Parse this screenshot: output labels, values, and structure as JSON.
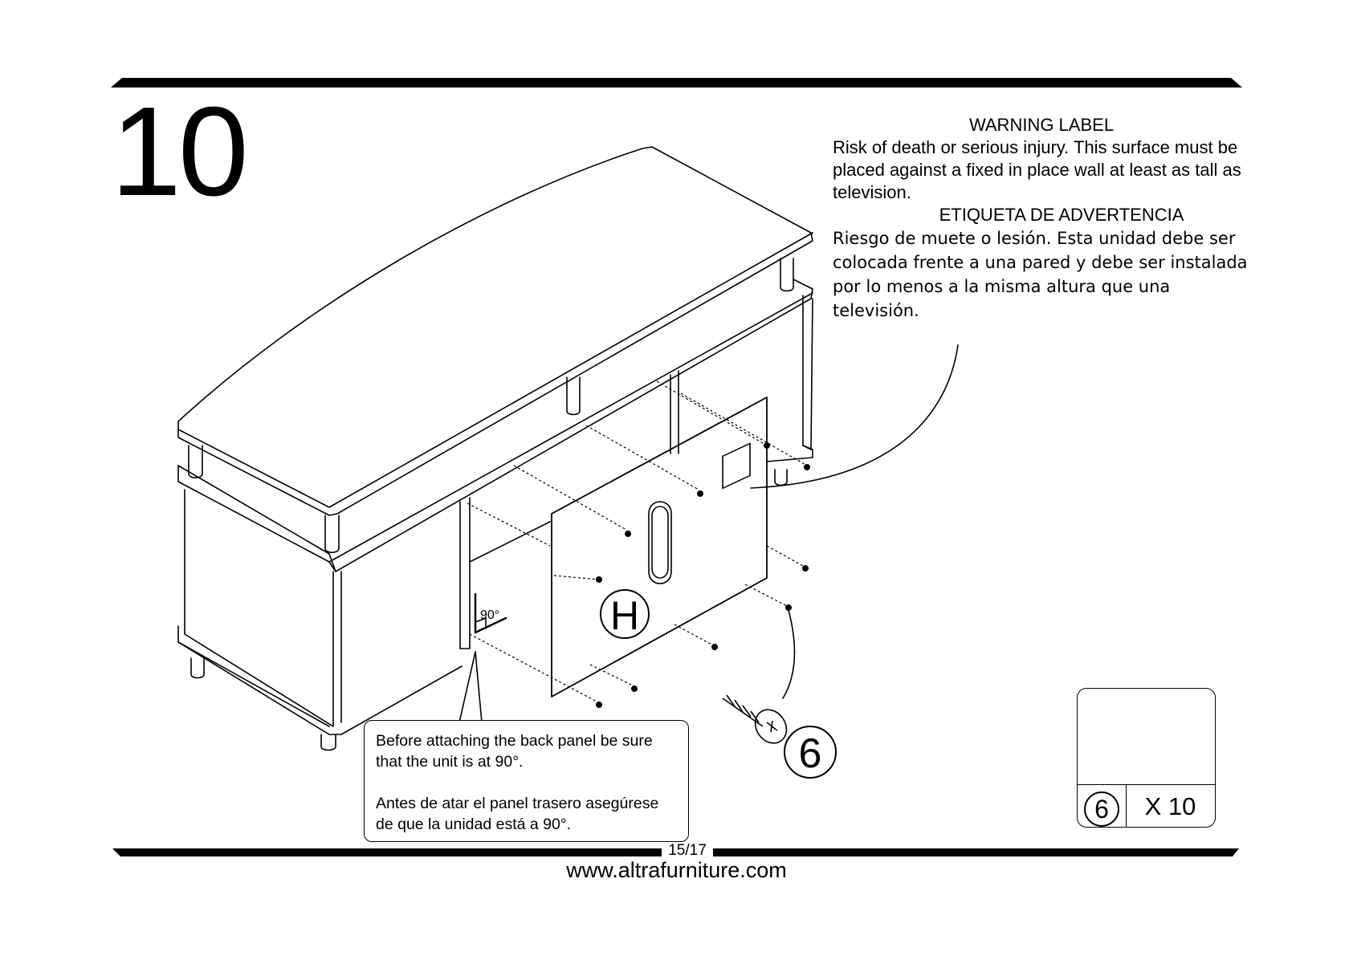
{
  "step": {
    "number": "10"
  },
  "warning": {
    "title_en": "WARNING LABEL",
    "text_en": "Risk of death or serious injury. This surface must be placed against  a fixed in place wall at least as tall as television.",
    "title_es": "ETIQUETA DE ADVERTENCIA",
    "text_es": "Riesgo de muete o lesión. Esta unidad debe ser colocada frente a una pared y debe ser instalada por lo menos a la misma altura que una televisión."
  },
  "note": {
    "text_en": "Before attaching the back panel be sure that the unit is at 90°.",
    "text_es": "Antes de atar el panel trasero asegúrese de que la unidad está a 90°."
  },
  "diagram": {
    "panel_label": "H",
    "screw_label": "6",
    "angle_label": "90°"
  },
  "parts": {
    "part_id": "6",
    "quantity": "X 10",
    "icon": "screw-icon"
  },
  "footer": {
    "page": "15/17",
    "website": "www.altrafurniture.com"
  }
}
